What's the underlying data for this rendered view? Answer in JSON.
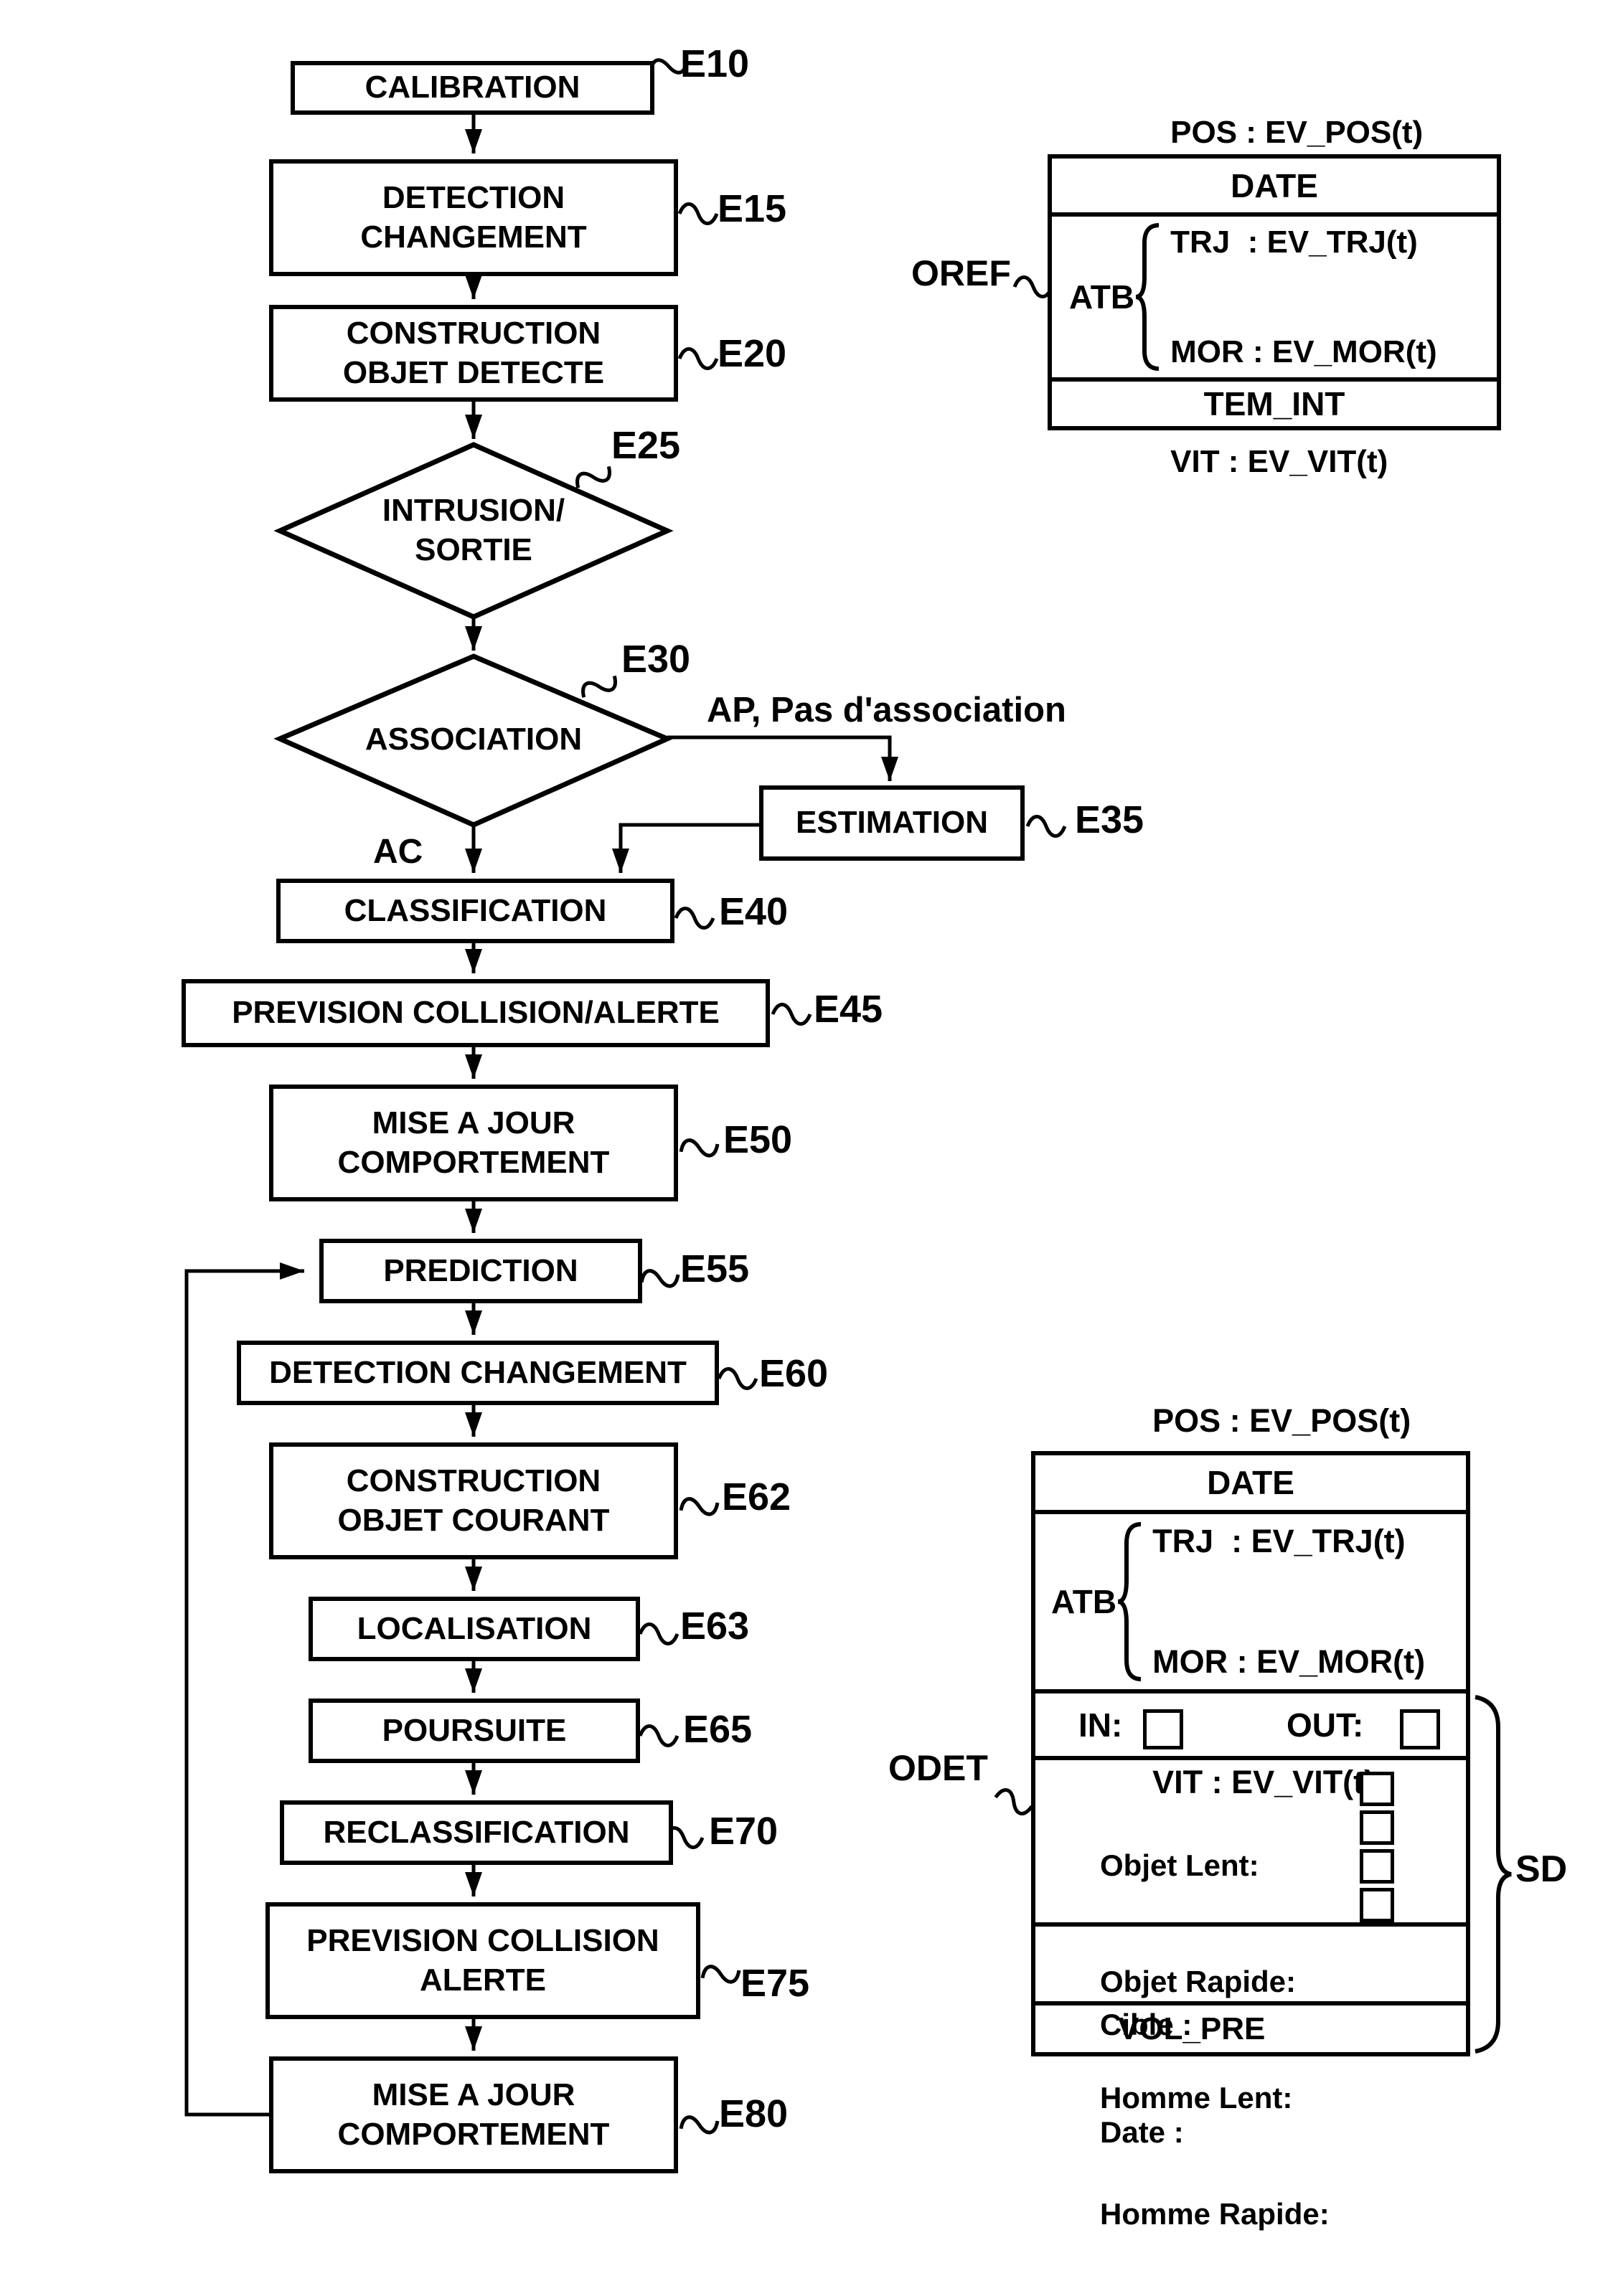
{
  "figure": {
    "steps": [
      {
        "id": "E10",
        "label": "CALIBRATION"
      },
      {
        "id": "E15",
        "label": "DETECTION\nCHANGEMENT"
      },
      {
        "id": "E20",
        "label": "CONSTRUCTION\nOBJET DETECTE"
      },
      {
        "id": "E25",
        "label": "INTRUSION/\nSORTIE"
      },
      {
        "id": "E30",
        "label": "ASSOCIATION"
      },
      {
        "id": "E35",
        "label": "ESTIMATION"
      },
      {
        "id": "E40",
        "label": "CLASSIFICATION"
      },
      {
        "id": "E45",
        "label": "PREVISION COLLISION/ALERTE"
      },
      {
        "id": "E50",
        "label": "MISE A JOUR\nCOMPORTEMENT"
      },
      {
        "id": "E55",
        "label": "PREDICTION"
      },
      {
        "id": "E60",
        "label": "DETECTION CHANGEMENT"
      },
      {
        "id": "E62",
        "label": "CONSTRUCTION\nOBJET COURANT"
      },
      {
        "id": "E63",
        "label": "LOCALISATION"
      },
      {
        "id": "E65",
        "label": "POURSUITE"
      },
      {
        "id": "E70",
        "label": "RECLASSIFICATION"
      },
      {
        "id": "E75",
        "label": "PREVISION COLLISION\nALERTE"
      },
      {
        "id": "E80",
        "label": "MISE A JOUR\nCOMPORTEMENT"
      }
    ],
    "edge_labels": {
      "association_yes": "AC",
      "association_no": "AP, Pas d'association"
    },
    "oref": {
      "name": "OREF",
      "header": "DATE",
      "atb_label": "ATB",
      "attributes": [
        "POS : EV_POS(t)",
        "TRJ  : EV_TRJ(t)",
        "MOR : EV_MOR(t)",
        "VIT : EV_VIT(t)"
      ],
      "footer": "TEM_INT"
    },
    "odet": {
      "name": "ODET",
      "header": "DATE",
      "atb_label": "ATB",
      "attributes": [
        "POS : EV_POS(t)",
        "TRJ  : EV_TRJ(t)",
        "MOR : EV_MOR(t)",
        "VIT : EV_VIT(t)"
      ],
      "in_label": "IN:",
      "out_label": "OUT:",
      "classes": [
        "Objet Lent:",
        "Objet Rapide:",
        "Homme Lent:",
        "Homme Rapide:"
      ],
      "target_label": "Cible :",
      "date_label": "Date :",
      "footer": "VOL_PRE",
      "brace_label": "SD"
    }
  }
}
